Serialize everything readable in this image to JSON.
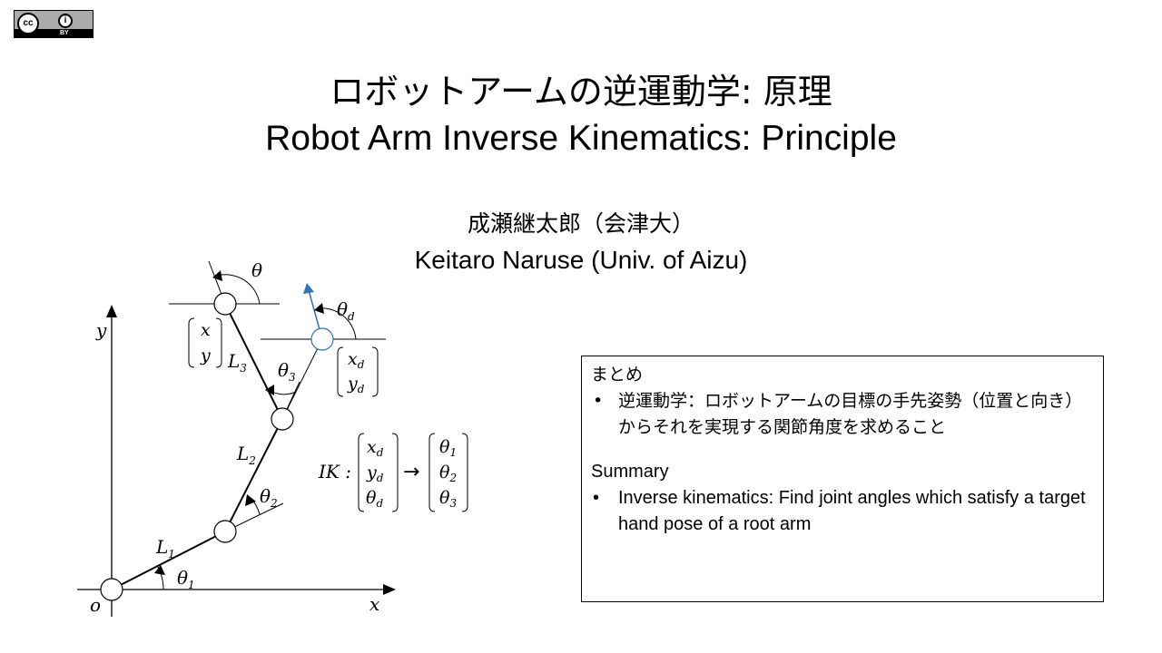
{
  "badge": {
    "cc": "cc",
    "by_icon": "i",
    "by": "BY"
  },
  "title": {
    "jp": "ロボットアームの逆運動学: 原理",
    "en": "Robot Arm Inverse Kinematics: Principle"
  },
  "author": {
    "jp": "成瀬継太郎（会津大）",
    "en": "Keitaro Naruse (Univ. of Aizu)"
  },
  "summary": {
    "jp_heading": "まとめ",
    "jp_items": [
      "逆運動学：ロボットアームの目標の手先姿勢（位置と向き）からそれを実現する関節角度を求めること"
    ],
    "en_heading": "Summary",
    "en_items": [
      "Inverse kinematics: Find joint angles which satisfy a target hand pose of a root arm"
    ]
  },
  "diagram": {
    "axis_x": "x",
    "axis_y": "y",
    "origin": "o",
    "theta": "θ",
    "theta_d": "θ",
    "sub_d": "d",
    "L": "L",
    "sub1": "1",
    "sub2": "2",
    "sub3": "3",
    "x_var": "x",
    "y_var": "y",
    "ik_label": "IK :",
    "arrow": "→",
    "colors": {
      "target": "#2e75b6",
      "line": "#000000"
    }
  }
}
